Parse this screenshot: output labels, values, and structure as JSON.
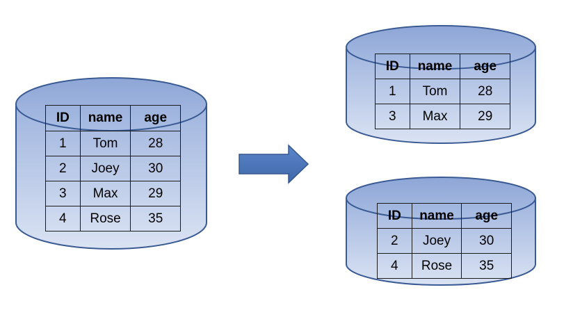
{
  "columns": [
    "ID",
    "name",
    "age"
  ],
  "source_table": {
    "rows": [
      [
        "1",
        "Tom",
        "28"
      ],
      [
        "2",
        "Joey",
        "30"
      ],
      [
        "3",
        "Max",
        "29"
      ],
      [
        "4",
        "Rose",
        "35"
      ]
    ]
  },
  "shard_a": {
    "rows": [
      [
        "1",
        "Tom",
        "28"
      ],
      [
        "3",
        "Max",
        "29"
      ]
    ]
  },
  "shard_b": {
    "rows": [
      [
        "2",
        "Joey",
        "30"
      ],
      [
        "4",
        "Rose",
        "35"
      ]
    ]
  },
  "colors": {
    "cylinder_top": "#9db3dd",
    "cylinder_bottom": "#d5e0f2",
    "cylinder_stroke": "#3a5a94",
    "arrow_fill": "#4a74b8",
    "arrow_stroke": "#36578d"
  }
}
